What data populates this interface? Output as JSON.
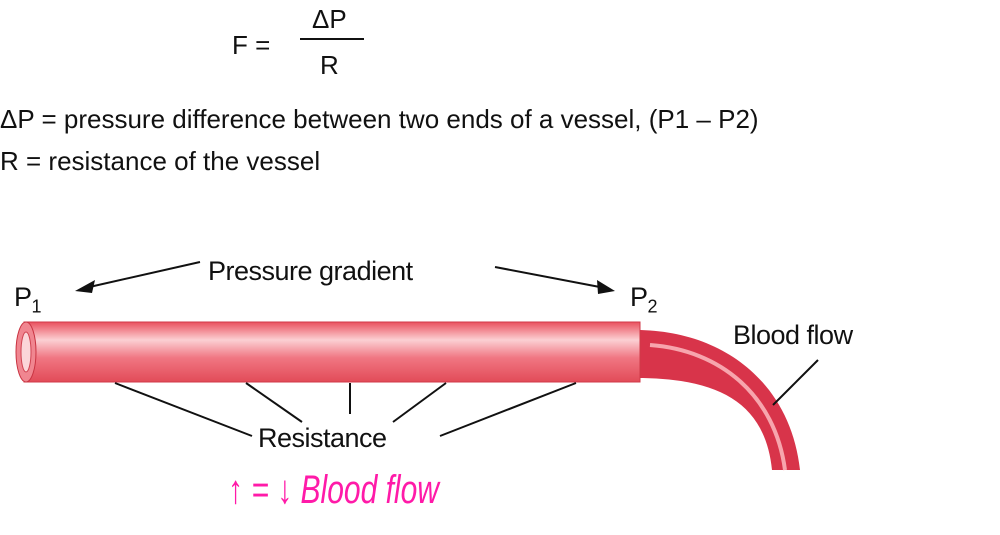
{
  "formula": {
    "lhs": "F =",
    "numerator": "ΔP",
    "denominator": "R"
  },
  "definitions": [
    "ΔP = pressure difference between two ends of a vessel, (P1 – P2)",
    "R = resistance of the vessel"
  ],
  "diagram": {
    "pressure_gradient": "Pressure gradient",
    "p1": "P",
    "p1_sub": "1",
    "p2": "P",
    "p2_sub": "2",
    "blood_flow": "Blood flow",
    "resistance": "Resistance",
    "annotation": "↑ = ↓ Blood flow"
  },
  "colors": {
    "vessel": "#ec5a66",
    "vessel_dark": "#d8344a",
    "annotation": "#ff1aa8"
  }
}
